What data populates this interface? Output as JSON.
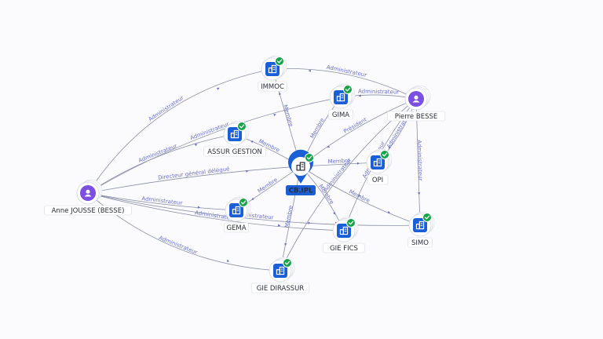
{
  "colors": {
    "company": "#1a5fd6",
    "person": "#7b4fe0",
    "check": "#16a34a",
    "edge": "#8a8fa3",
    "edge_label": "#6b6fc9",
    "center_label_bg": "#1a5fd6"
  },
  "icons": {
    "company": "building-icon",
    "person": "person-icon",
    "verified": "check-badge-icon"
  },
  "nodes": [
    {
      "id": "cbipl",
      "label": "CB.IPL",
      "kind": "company",
      "center": true
    },
    {
      "id": "immoc",
      "label": "IMMOC",
      "kind": "company"
    },
    {
      "id": "gima",
      "label": "GIMA",
      "kind": "company"
    },
    {
      "id": "assur",
      "label": "ASSUR GESTION",
      "kind": "company"
    },
    {
      "id": "opi",
      "label": "OPI",
      "kind": "company"
    },
    {
      "id": "gema",
      "label": "GEMA",
      "kind": "company"
    },
    {
      "id": "giefics",
      "label": "GIE FICS",
      "kind": "company"
    },
    {
      "id": "simo",
      "label": "SIMO",
      "kind": "company"
    },
    {
      "id": "giedirassur",
      "label": "GIE DIRASSUR",
      "kind": "company"
    },
    {
      "id": "pierre",
      "label": "Pierre BESSE",
      "kind": "person"
    },
    {
      "id": "anne",
      "label": "Anne JOUSSE (BESSE)",
      "kind": "person"
    }
  ],
  "edges": [
    {
      "from": "anne",
      "to": "immoc",
      "label": "Administrateur"
    },
    {
      "from": "anne",
      "to": "assur",
      "label": "Administrateur"
    },
    {
      "from": "anne",
      "to": "cbipl",
      "label": "Directeur général délégué"
    },
    {
      "from": "anne",
      "to": "gema",
      "label": "Administrateur"
    },
    {
      "from": "anne",
      "to": "giefics",
      "label": "Administrateur"
    },
    {
      "from": "anne",
      "to": "giedirassur",
      "label": "Administrateur"
    },
    {
      "from": "anne",
      "to": "simo",
      "label": "Administrateur"
    },
    {
      "from": "anne",
      "to": "gima",
      "label": "Administrateur"
    },
    {
      "from": "pierre",
      "to": "immoc",
      "label": "Administrateur"
    },
    {
      "from": "pierre",
      "to": "gima",
      "label": "Administrateur"
    },
    {
      "from": "pierre",
      "to": "cbipl",
      "label": "Président"
    },
    {
      "from": "pierre",
      "to": "opi",
      "label": "Administrateur"
    },
    {
      "from": "pierre",
      "to": "simo",
      "label": "Administrateur"
    },
    {
      "from": "pierre",
      "to": "giefics",
      "label": "Administrateur"
    },
    {
      "from": "pierre",
      "to": "giedirassur",
      "label": "Administrateur"
    },
    {
      "from": "cbipl",
      "to": "immoc",
      "label": "Membre"
    },
    {
      "from": "cbipl",
      "to": "gima",
      "label": "Membre"
    },
    {
      "from": "cbipl",
      "to": "assur",
      "label": "Membre"
    },
    {
      "from": "cbipl",
      "to": "opi",
      "label": "Membre"
    },
    {
      "from": "cbipl",
      "to": "gema",
      "label": "Membre"
    },
    {
      "from": "cbipl",
      "to": "giefics",
      "label": "Membre"
    },
    {
      "from": "cbipl",
      "to": "simo",
      "label": "Membre"
    },
    {
      "from": "cbipl",
      "to": "giedirassur",
      "label": "Membre"
    }
  ]
}
